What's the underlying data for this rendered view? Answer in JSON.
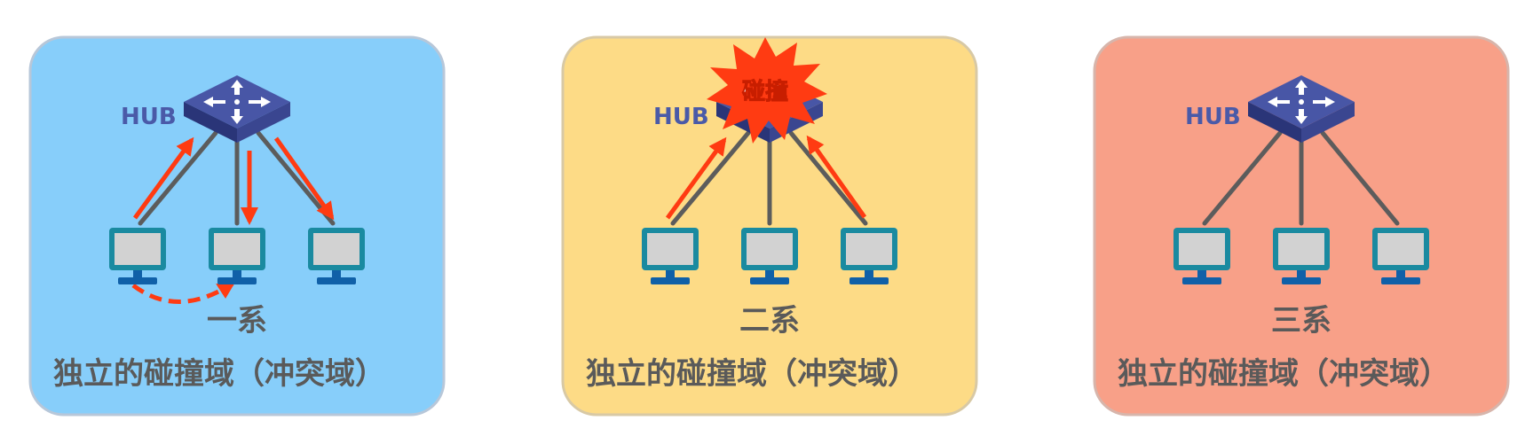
{
  "panels": [
    {
      "hub_label": "HUB",
      "group_label": "一系",
      "caption": "独立的碰撞域（冲突域）",
      "bg_color": "#87cefa",
      "border_color": "#b7c7d9",
      "show_collision": false
    },
    {
      "hub_label": "HUB",
      "group_label": "二系",
      "caption": "独立的碰撞域（冲突域）",
      "bg_color": "#fddb86",
      "border_color": "#d8c9a5",
      "show_collision": true,
      "collision_label": "碰撞"
    },
    {
      "hub_label": "HUB",
      "group_label": "三系",
      "caption": "独立的碰撞域（冲突域）",
      "bg_color": "#f8a088",
      "border_color": "#d7b5ab",
      "show_collision": false
    }
  ],
  "colors": {
    "hub_label": "#4a5aa8",
    "text": "#5a5a5a",
    "hub_top": "#4856a6",
    "hub_side": "#2a3578",
    "cable": "#5c5c5c",
    "arrow": "#ff3b12",
    "monitor_frame": "#1a8aa0",
    "monitor_screen": "#d2d2d2",
    "monitor_stand": "#1060a8",
    "burst": "#ff3b12"
  },
  "icons": [
    "hub-switch-icon",
    "pc-monitor-icon",
    "collision-burst-icon"
  ]
}
